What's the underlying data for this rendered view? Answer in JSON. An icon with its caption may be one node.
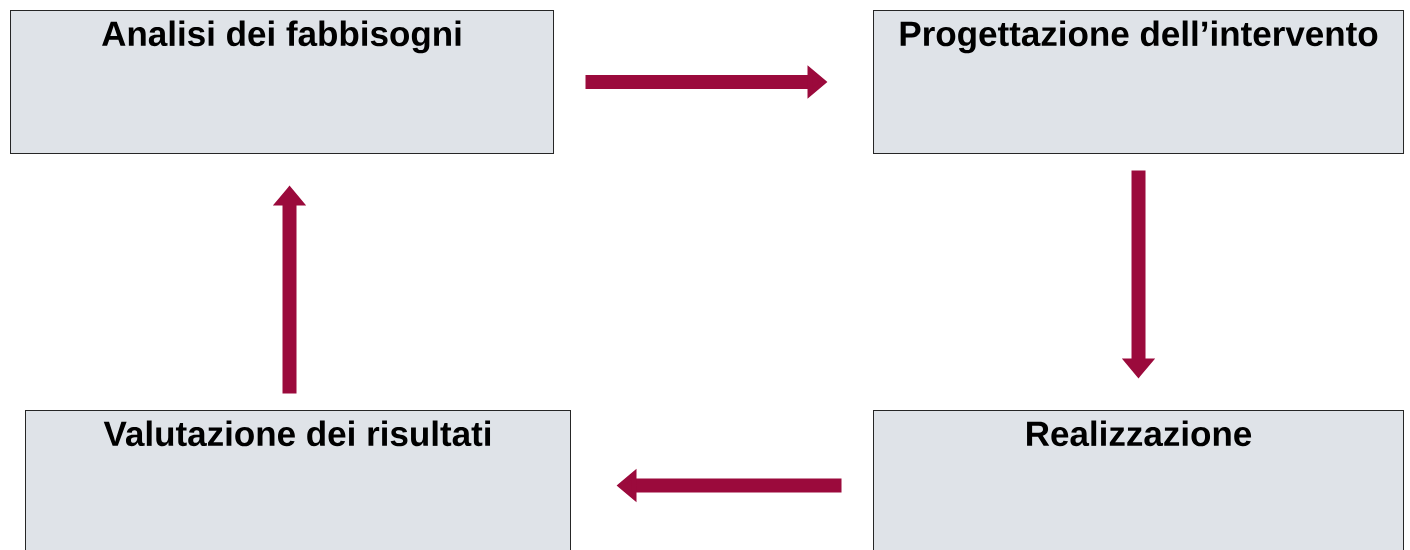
{
  "diagram": {
    "nodes": [
      {
        "text": [
          "Analisi dei fabbisogni"
        ]
      },
      {
        "text": [
          "Progettazione dell’intervento"
        ]
      },
      {
        "text": [
          "Realizzazione"
        ]
      },
      {
        "text": [
          "Valutazione dei risultati"
        ]
      }
    ],
    "edges": [
      {
        "from": 0,
        "to": 1,
        "arrow": "to"
      },
      {
        "from": 1,
        "to": 2,
        "arrow": "to"
      },
      {
        "from": 2,
        "to": 3,
        "arrow": "to"
      },
      {
        "from": 3,
        "to": 0,
        "arrow": "to"
      }
    ]
  }
}
